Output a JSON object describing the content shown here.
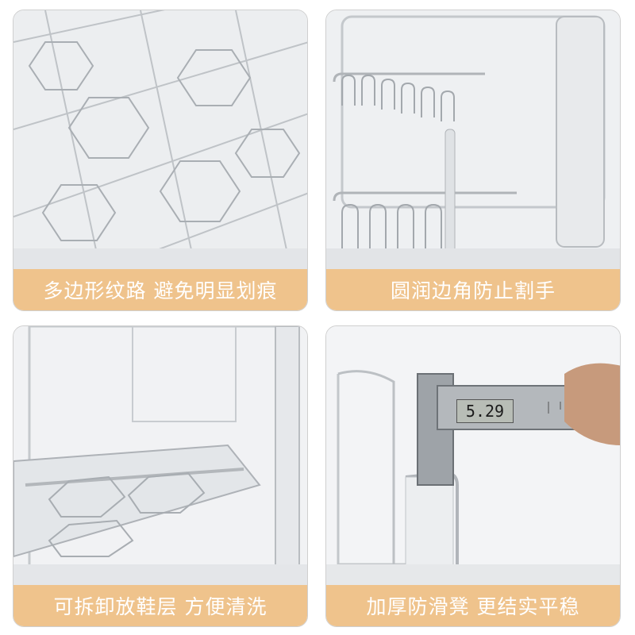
{
  "panels": [
    {
      "caption": "多边形纹路 避免明显划痕",
      "icon": "hexagon-pattern-icon"
    },
    {
      "caption": "圆润边角防止割手",
      "icon": "rounded-corner-icon"
    },
    {
      "caption": "可拆卸放鞋层 方便清洗",
      "icon": "removable-shelf-icon"
    },
    {
      "caption": "加厚防滑凳 更结实平稳",
      "icon": "thickness-caliper-icon"
    }
  ],
  "caliper": {
    "reading": "5.29"
  },
  "colors": {
    "caption_bg": "#efc38c",
    "caption_text": "#ffffff",
    "panel_bg": "#f2f3f5"
  }
}
